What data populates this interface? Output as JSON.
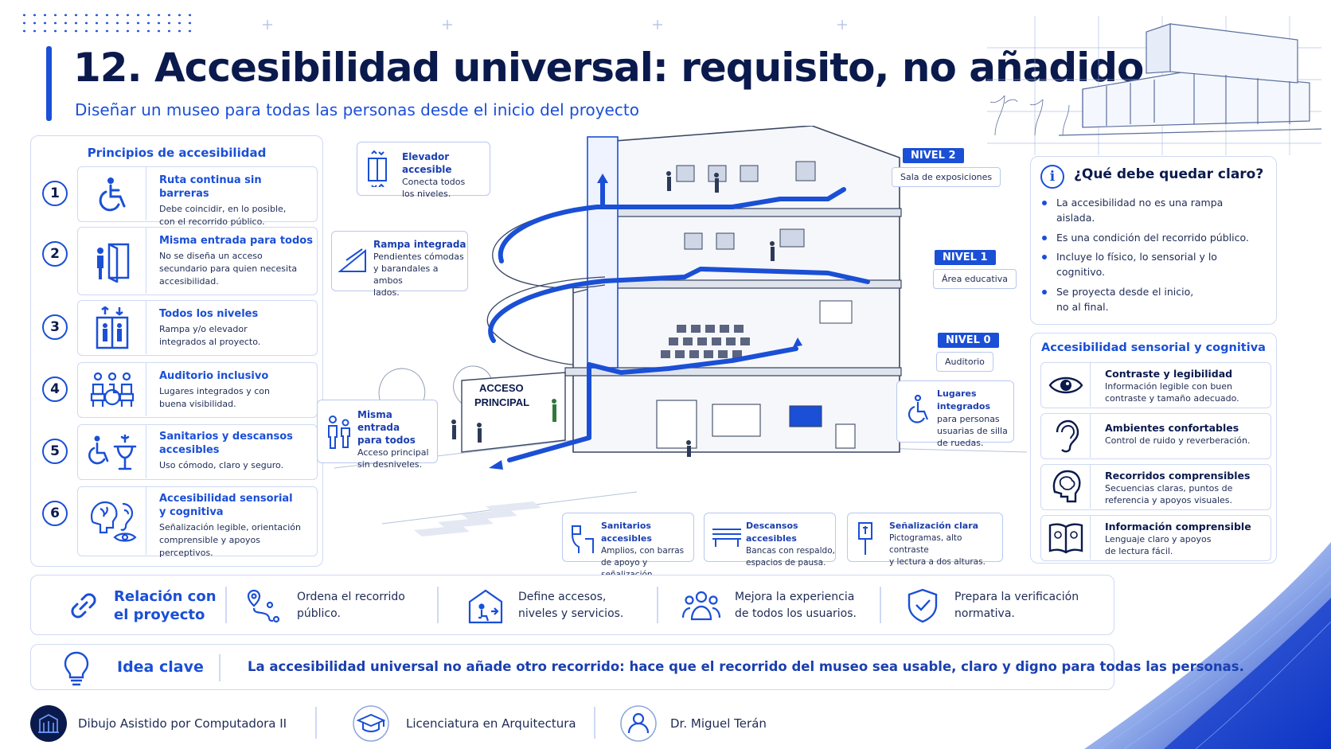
{
  "header": {
    "title": "12. Accesibilidad universal: requisito, no añadido",
    "subtitle": "Diseñar un museo para todas las personas desde el inicio del proyecto"
  },
  "principles": {
    "title": "Principios de accesibilidad",
    "items": [
      {
        "num": "1",
        "icon": "wheelchair-icon",
        "head": "Ruta continua sin barreras",
        "desc1": "Debe coincidir, en lo posible,",
        "desc2": "con el recorrido público."
      },
      {
        "num": "2",
        "icon": "entrance-door-icon",
        "head": "Misma entrada para todos",
        "desc1": "No se diseña un acceso",
        "desc2": "secundario para quien necesita",
        "desc3": "accesibilidad."
      },
      {
        "num": "3",
        "icon": "elevator-icon",
        "head": "Todos los niveles",
        "desc1": "Rampa y/o elevador",
        "desc2": "integrados al proyecto."
      },
      {
        "num": "4",
        "icon": "auditorium-seats-icon",
        "head": "Auditorio inclusivo",
        "desc1": "Lugares integrados y con",
        "desc2": "buena visibilidad."
      },
      {
        "num": "5",
        "icon": "accessible-restroom-icon",
        "head": "Sanitarios y descansos",
        "head2": "accesibles",
        "desc1": "Uso cómodo, claro y seguro."
      },
      {
        "num": "6",
        "icon": "sensory-cognitive-icon",
        "head": "Accesibilidad sensorial",
        "head2": "y cognitiva",
        "desc1": "Señalización legible, orientación",
        "desc2": "comprensible y apoyos perceptivos."
      }
    ]
  },
  "drawing": {
    "callouts": {
      "elevator": {
        "head": "Elevador accesible",
        "desc1": "Conecta todos",
        "desc2": "los niveles."
      },
      "ramp": {
        "head": "Rampa integrada",
        "desc1": "Pendientes cómodas",
        "desc2": "y barandales a ambos",
        "desc3": "lados."
      },
      "entrance": {
        "head1": "Misma entrada",
        "head2": "para todos",
        "desc1": "Acceso principal",
        "desc2": "sin desniveles."
      },
      "seats": {
        "head": "Lugares integrados",
        "desc1": "para personas",
        "desc2": "usuarias de silla",
        "desc3": "de ruedas."
      },
      "restrooms": {
        "head": "Sanitarios accesibles",
        "desc1": "Amplios, con barras",
        "desc2": "de apoyo y señalización."
      },
      "rest": {
        "head": "Descansos accesibles",
        "desc1": "Bancas con respaldo,",
        "desc2": "espacios de pausa."
      },
      "signage": {
        "head": "Señalización clara",
        "desc1": "Pictogramas, alto contraste",
        "desc2": "y lectura a dos alturas."
      }
    },
    "levels": [
      {
        "tag": "NIVEL 2",
        "label": "Sala de exposiciones"
      },
      {
        "tag": "NIVEL 1",
        "label": "Área educativa"
      },
      {
        "tag": "NIVEL 0",
        "label": "Auditorio"
      }
    ],
    "sign_text1": "ACCESO",
    "sign_text2": "PRINCIPAL"
  },
  "clarity": {
    "title": "¿Qué debe quedar claro?",
    "bullets": [
      {
        "l1": "La accesibilidad no es una rampa",
        "l2": "aislada."
      },
      {
        "l1": "Es una condición del recorrido público.",
        "l2": ""
      },
      {
        "l1": "Incluye lo físico, lo sensorial y lo",
        "l2": "cognitivo."
      },
      {
        "l1": "Se proyecta desde el inicio,",
        "l2": "no al final."
      }
    ]
  },
  "sensory": {
    "title": "Accesibilidad sensorial y cognitiva",
    "items": [
      {
        "icon": "eye-icon",
        "head": "Contraste y legibilidad",
        "desc1": "Información legible con buen",
        "desc2": "contraste y tamaño adecuado."
      },
      {
        "icon": "ear-icon",
        "head": "Ambientes confortables",
        "desc1": "Control de ruido y reverberación.",
        "desc2": ""
      },
      {
        "icon": "brain-head-icon",
        "head": "Recorridos comprensibles",
        "desc1": "Secuencias claras, puntos de",
        "desc2": "referencia y apoyos visuales."
      },
      {
        "icon": "open-book-icon",
        "head": "Información comprensible",
        "desc1": "Lenguaje claro y apoyos",
        "desc2": "de lectura fácil."
      }
    ]
  },
  "relation": {
    "label1": "Relación con",
    "label2": "el proyecto",
    "items": [
      {
        "icon": "route-icon",
        "l1": "Ordena el recorrido",
        "l2": "público."
      },
      {
        "icon": "building-access-icon",
        "l1": "Define accesos,",
        "l2": "niveles y servicios."
      },
      {
        "icon": "users-icon",
        "l1": "Mejora la experiencia",
        "l2": "de todos los usuarios."
      },
      {
        "icon": "shield-check-icon",
        "l1": "Prepara la verificación",
        "l2": "normativa."
      }
    ]
  },
  "idea": {
    "label": "Idea clave",
    "text": "La accesibilidad universal no añade otro recorrido: hace que el recorrido del museo sea usable, claro y digno para todas las personas."
  },
  "footer": {
    "course": "Dibujo Asistido por Computadora II",
    "program": "Licenciatura en Arquitectura",
    "author": "Dr. Miguel Terán"
  },
  "colors": {
    "accent": "#1a4fd6",
    "navy": "#0b1a4d",
    "border": "#cfd9f3"
  }
}
